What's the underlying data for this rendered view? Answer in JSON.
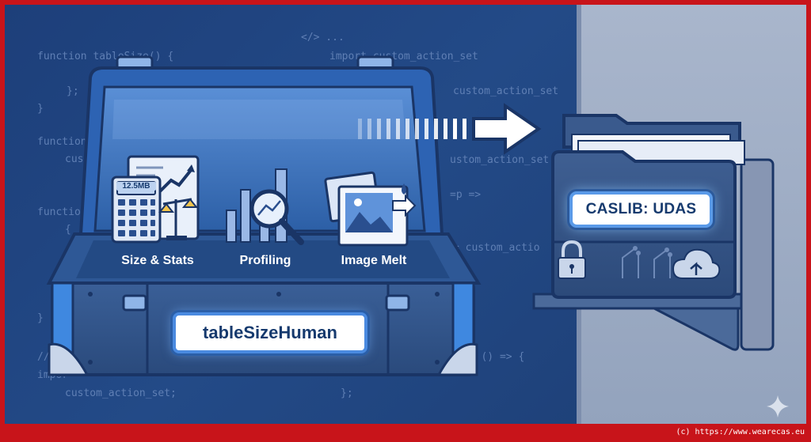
{
  "background_code": {
    "lines": [
      "</> ...",
      "function tableSize() {",
      "import custom_action_set",
      "};",
      "custom_action_set",
      "}",
      "function",
      "custom",
      "ustom_action_set",
      "=p =>",
      "function",
      "{",
      "= custom_actio",
      "}",
      "}",
      "// c",
      "impor",
      "et () => {",
      "custom_action_set;",
      "};"
    ]
  },
  "toolbox": {
    "tools": [
      {
        "label": "Size & Stats",
        "screen_text": "12.5MB"
      },
      {
        "label": "Profiling"
      },
      {
        "label": "Image Melt"
      }
    ],
    "name_plate": "tableSizeHuman"
  },
  "destination": {
    "caslib_label": "CASLIB: UDAS"
  },
  "credit": "(c) https://www.wearecas.eu",
  "colors": {
    "frame": "#c8141a",
    "background": "#234a87",
    "accent": "#4a8ae0",
    "wall": "#a9b6cc"
  },
  "icons": [
    "calculator-icon",
    "scale-icon",
    "chart-icon",
    "magnifier-icon",
    "image-icon",
    "lock-icon",
    "cloud-upload-icon",
    "arrow-right-icon",
    "sparkle-icon"
  ]
}
